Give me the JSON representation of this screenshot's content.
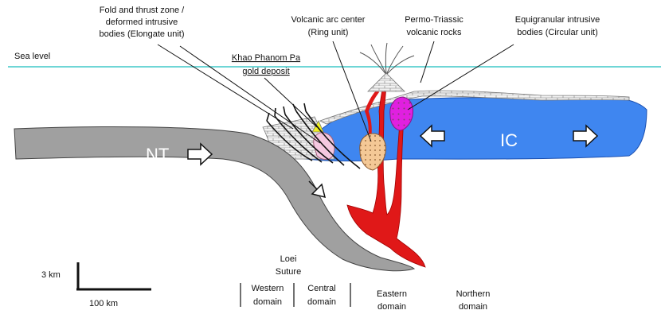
{
  "labels": {
    "sea_level": "Sea level",
    "fold_thrust": [
      "Fold and thrust zone /",
      "deformed intrusive",
      "bodies (Elongate unit)"
    ],
    "khao_phanom": [
      "Khao Phanom Pa",
      "gold deposit"
    ],
    "volcanic_arc": [
      "Volcanic arc center",
      "(Ring unit)"
    ],
    "permo_triassic": [
      "Permo-Triassic",
      "volcanic rocks"
    ],
    "equigranular": [
      "Equigranular intrusive",
      "bodies (Circular unit)"
    ],
    "nt": "NT",
    "ic": "IC",
    "loei_suture": [
      "Loei",
      "Suture"
    ],
    "domains": {
      "western": [
        "Western",
        "domain"
      ],
      "central": [
        "Central",
        "domain"
      ],
      "eastern": [
        "Eastern",
        "domain"
      ],
      "northern": [
        "Northern",
        "domain"
      ]
    },
    "scale_vertical": "3 km",
    "scale_horizontal": "100 km"
  },
  "colors": {
    "sea_level_line": "#6fd6d6",
    "ic_plate": "#3f86f0",
    "nt_plate": "#a0a0a0",
    "magma": "#e01818",
    "circular_intrusion": "#e020e0",
    "ring_intrusion": "#f4c896",
    "elongate_intrusion": "#f4c8e0",
    "gold_deposit": "#f0f020"
  }
}
